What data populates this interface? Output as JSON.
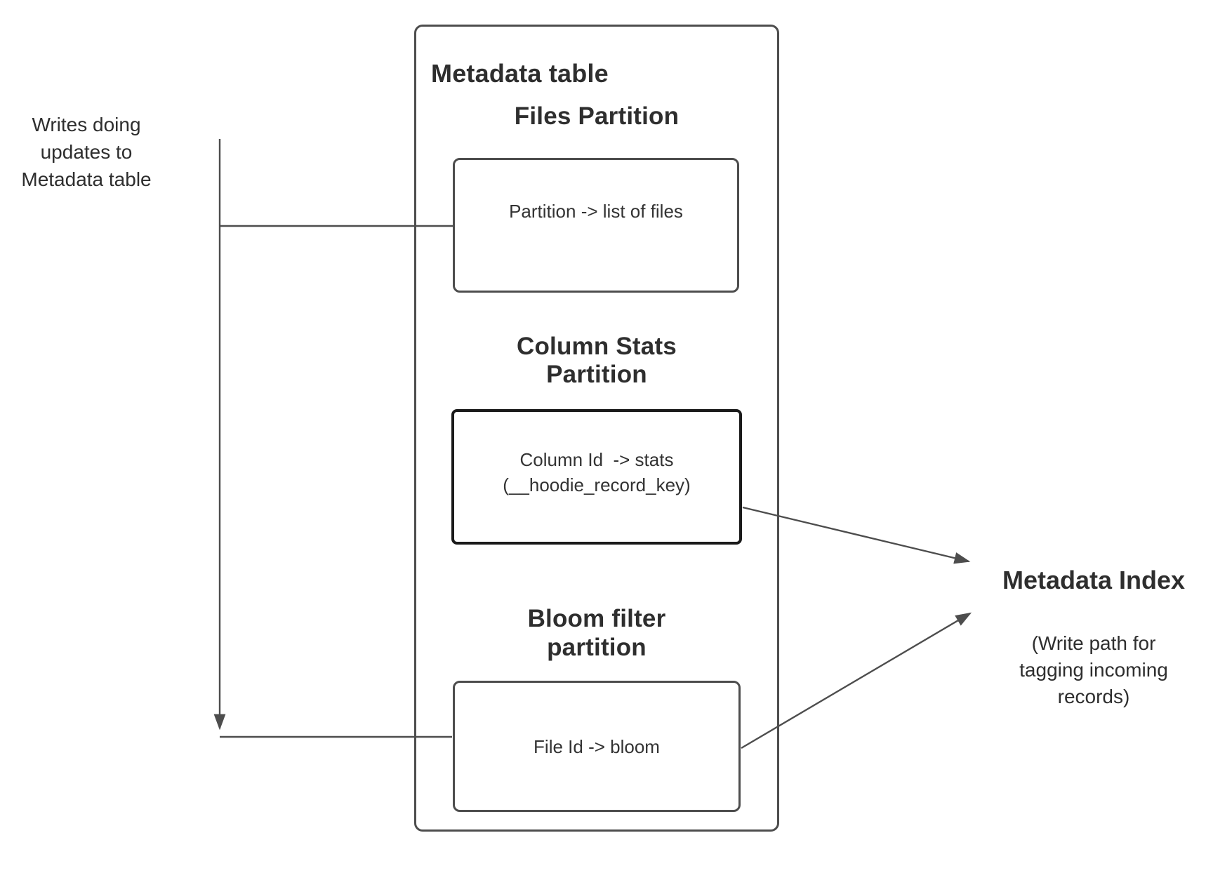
{
  "colors": {
    "background": "#ffffff",
    "line": "#4d4d4d",
    "stats_border": "#1a1a1a",
    "text": "#2e2e2e"
  },
  "left_note": "Writes doing\nupdates to\nMetadata table",
  "metadata_table": {
    "title": "Metadata table",
    "files_partition": {
      "heading": "Files Partition",
      "body": "Partition -> list of files"
    },
    "column_stats_partition": {
      "heading": "Column Stats\nPartition",
      "body": "Column Id  -> stats\n(__hoodie_record_key)"
    },
    "bloom_filter_partition": {
      "heading": "Bloom filter\npartition",
      "body": "File Id -> bloom"
    }
  },
  "metadata_index": {
    "title": "Metadata Index",
    "note": "(Write path for\ntagging incoming\nrecords)"
  }
}
